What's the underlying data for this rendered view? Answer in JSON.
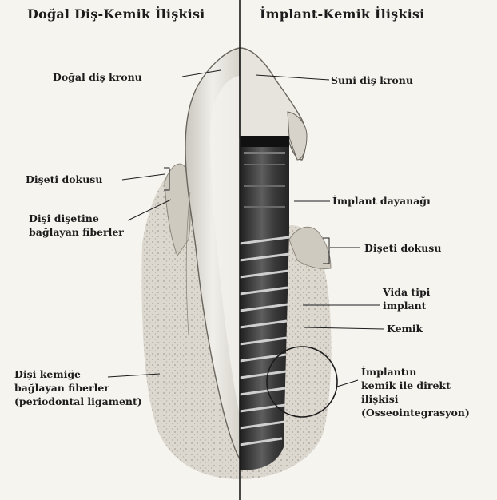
{
  "headings": {
    "natural": "Doğal Diş-Kemik İlişkisi",
    "implant": "İmplant-Kemik İlişkisi"
  },
  "labels": {
    "natural_crown": "Doğal diş kronu",
    "gingiva_left": "Dişeti dokusu",
    "tooth_gum_fibers_1": "Dişi dişetine",
    "tooth_gum_fibers_2": "bağlayan fiberler",
    "tooth_bone_fibers_1": "Dişi kemiğe",
    "tooth_bone_fibers_2": "bağlayan fiberler",
    "tooth_bone_fibers_3": "(periodontal ligament)",
    "artificial_crown": "Suni diş kronu",
    "implant_abutment": "İmplant dayanağı",
    "gingiva_right": "Dişeti dokusu",
    "screw_implant_1": "Vida tipi",
    "screw_implant_2": "implant",
    "bone": "Kemik",
    "osseo_1": "İmplantın",
    "osseo_2": "kemik ile direkt",
    "osseo_3": "ilişkisi",
    "osseo_4": "(Osseointegrasyon)"
  },
  "colors": {
    "ink": "#1c1c1c",
    "background": "#f6f4ef",
    "gum": "#cfcac0",
    "bone": "#dcd8cf",
    "tooth": "#e9e7e1",
    "implant_dark": "#2e2e2e",
    "implant_light": "#9a9a9a"
  }
}
